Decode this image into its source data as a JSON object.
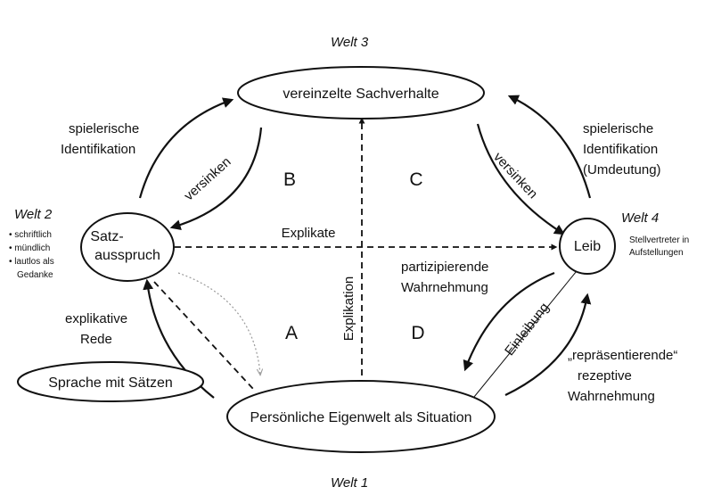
{
  "worlds": {
    "welt1": "Welt 1",
    "welt2": "Welt 2",
    "welt3": "Welt 3",
    "welt4": "Welt 4"
  },
  "nodes": {
    "sachverhalte": "vereinzelte Sachverhalte",
    "satz_line1": "Satz-",
    "satz_line2": "ausspruch",
    "leib": "Leib",
    "eigenwelt": "Persönliche Eigenwelt als Situation",
    "sprache": "Sprache mit Sätzen"
  },
  "welt2_bullets": [
    "schriftlich",
    "mündlich",
    "lautlos als",
    "Gedanke"
  ],
  "welt4_note": [
    "Stellvertreter in",
    "Aufstellungen"
  ],
  "quadrants": {
    "a": "A",
    "b": "B",
    "c": "C",
    "d": "D"
  },
  "labels": {
    "spielerische_left": [
      "spielerische",
      "Identifikation"
    ],
    "spielerische_right": [
      "spielerische",
      "Identifikation",
      "(Umdeutung)"
    ],
    "versinken_left": "versinken",
    "versinken_right": "versinken",
    "explikate": "Explikate",
    "explikation": "Explikation",
    "partizipierende": [
      "partizipierende",
      "Wahrnehmung"
    ],
    "einleibung": "Einleibung",
    "explikative": [
      "explikative",
      "Rede"
    ],
    "repraesentierende": [
      "„repräsentierende“",
      "rezeptive",
      "Wahrnehmung"
    ]
  }
}
